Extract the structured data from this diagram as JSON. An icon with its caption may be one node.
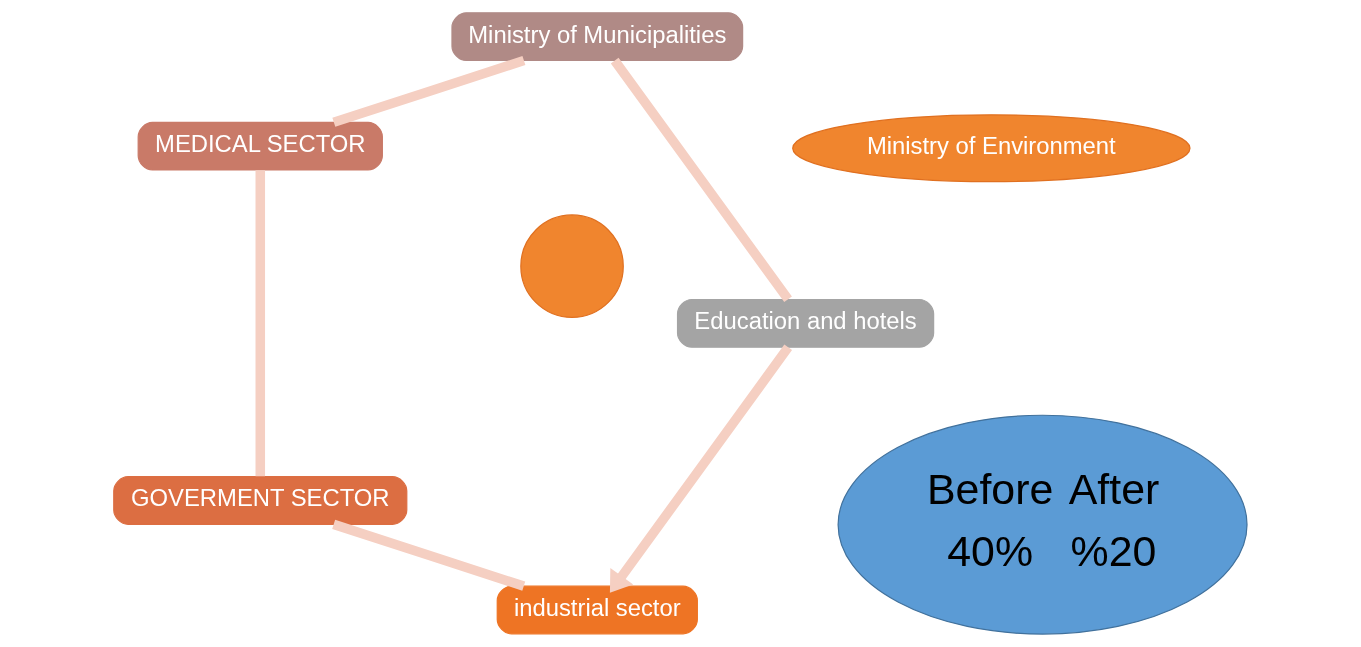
{
  "diagram": {
    "nodes": [
      {
        "text": [
          "industrial sector"
        ]
      },
      {
        "text": [
          "GOVERMENT SECTOR"
        ]
      },
      {
        "text": [
          "MEDICAL SECTOR"
        ]
      },
      {
        "text": [
          "Ministry of Municipalities"
        ]
      },
      {
        "text": [
          "Education and hotels"
        ]
      },
      {
        "text": [
          "Before",
          "After",
          "40%",
          "%20"
        ]
      },
      {
        "text": [],
        "shape": "circle"
      },
      {
        "text": [
          "Ministry of Environment"
        ]
      }
    ],
    "edges": [
      {
        "from": 0,
        "to": 1,
        "arrow": "none"
      },
      {
        "from": 1,
        "to": 2,
        "arrow": "none"
      },
      {
        "from": 2,
        "to": 3,
        "arrow": "none"
      },
      {
        "from": 3,
        "to": 4,
        "arrow": "none"
      },
      {
        "from": 4,
        "to": 0,
        "arrow": "to"
      }
    ]
  }
}
